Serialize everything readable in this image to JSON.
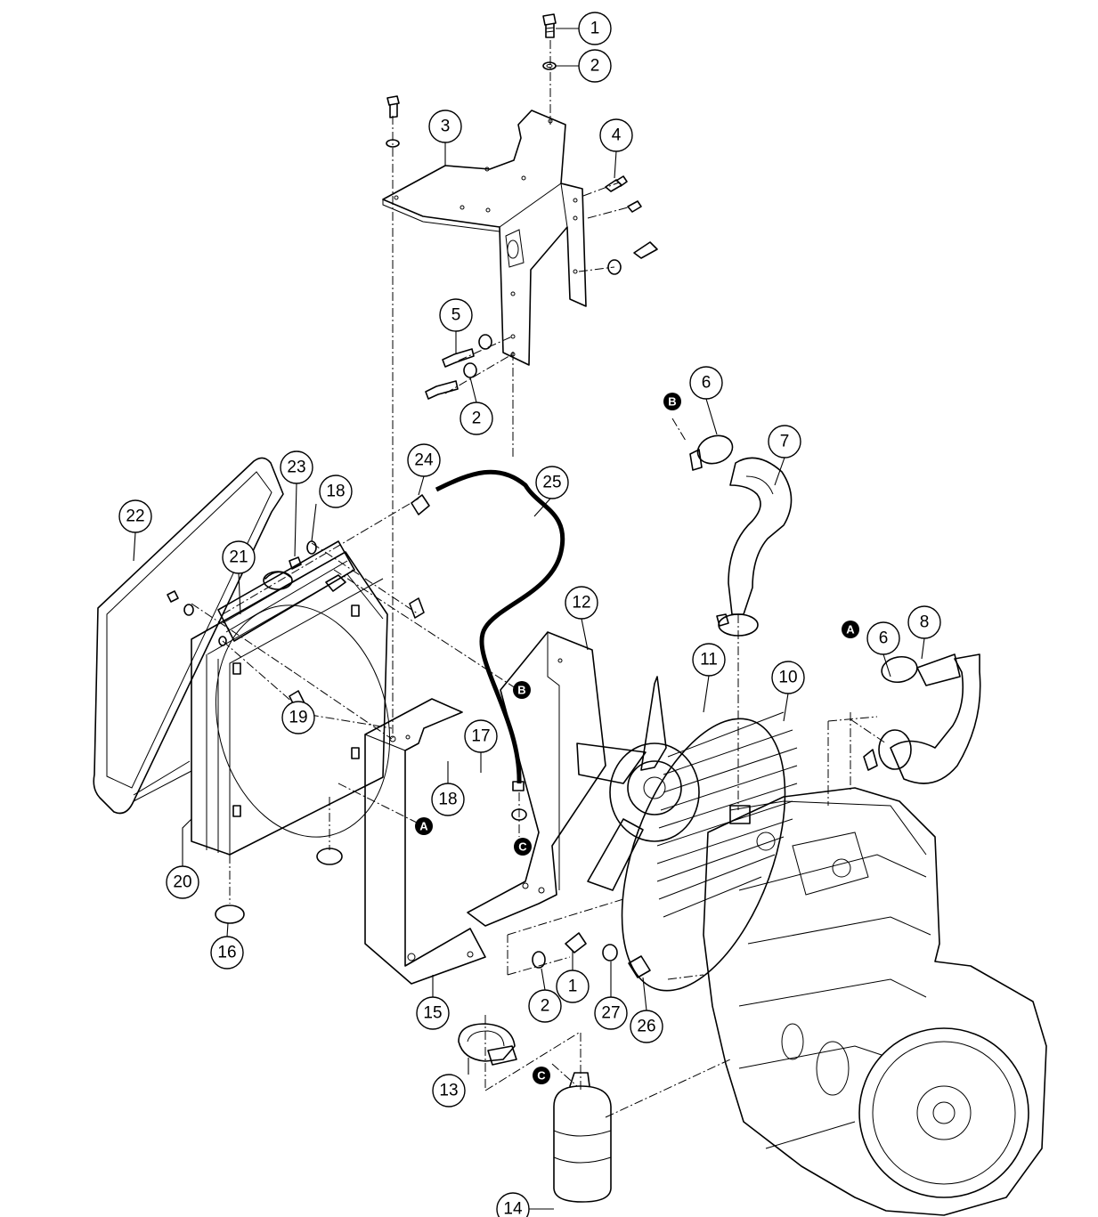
{
  "callouts": [
    {
      "id": "c1a",
      "label": "1"
    },
    {
      "id": "c2a",
      "label": "2"
    },
    {
      "id": "c3",
      "label": "3"
    },
    {
      "id": "c4",
      "label": "4"
    },
    {
      "id": "c5",
      "label": "5"
    },
    {
      "id": "c2b",
      "label": "2"
    },
    {
      "id": "c6a",
      "label": "6"
    },
    {
      "id": "c7",
      "label": "7"
    },
    {
      "id": "c24",
      "label": "24"
    },
    {
      "id": "c25",
      "label": "25"
    },
    {
      "id": "c23",
      "label": "23"
    },
    {
      "id": "c18a",
      "label": "18"
    },
    {
      "id": "c22",
      "label": "22"
    },
    {
      "id": "c21",
      "label": "21"
    },
    {
      "id": "c12",
      "label": "12"
    },
    {
      "id": "c8",
      "label": "8"
    },
    {
      "id": "c6b",
      "label": "6"
    },
    {
      "id": "c11",
      "label": "11"
    },
    {
      "id": "c10",
      "label": "10"
    },
    {
      "id": "c19",
      "label": "19"
    },
    {
      "id": "c17",
      "label": "17"
    },
    {
      "id": "c18b",
      "label": "18"
    },
    {
      "id": "c20",
      "label": "20"
    },
    {
      "id": "c16",
      "label": "16"
    },
    {
      "id": "c2c",
      "label": "2"
    },
    {
      "id": "c1b",
      "label": "1"
    },
    {
      "id": "c27",
      "label": "27"
    },
    {
      "id": "c26",
      "label": "26"
    },
    {
      "id": "c15",
      "label": "15"
    },
    {
      "id": "c13",
      "label": "13"
    },
    {
      "id": "c14",
      "label": "14"
    }
  ],
  "references": [
    {
      "id": "rB1",
      "label": "B"
    },
    {
      "id": "rB2",
      "label": "B"
    },
    {
      "id": "rA1",
      "label": "A"
    },
    {
      "id": "rA2",
      "label": "A"
    },
    {
      "id": "rC1",
      "label": "C"
    },
    {
      "id": "rC2",
      "label": "C"
    }
  ]
}
